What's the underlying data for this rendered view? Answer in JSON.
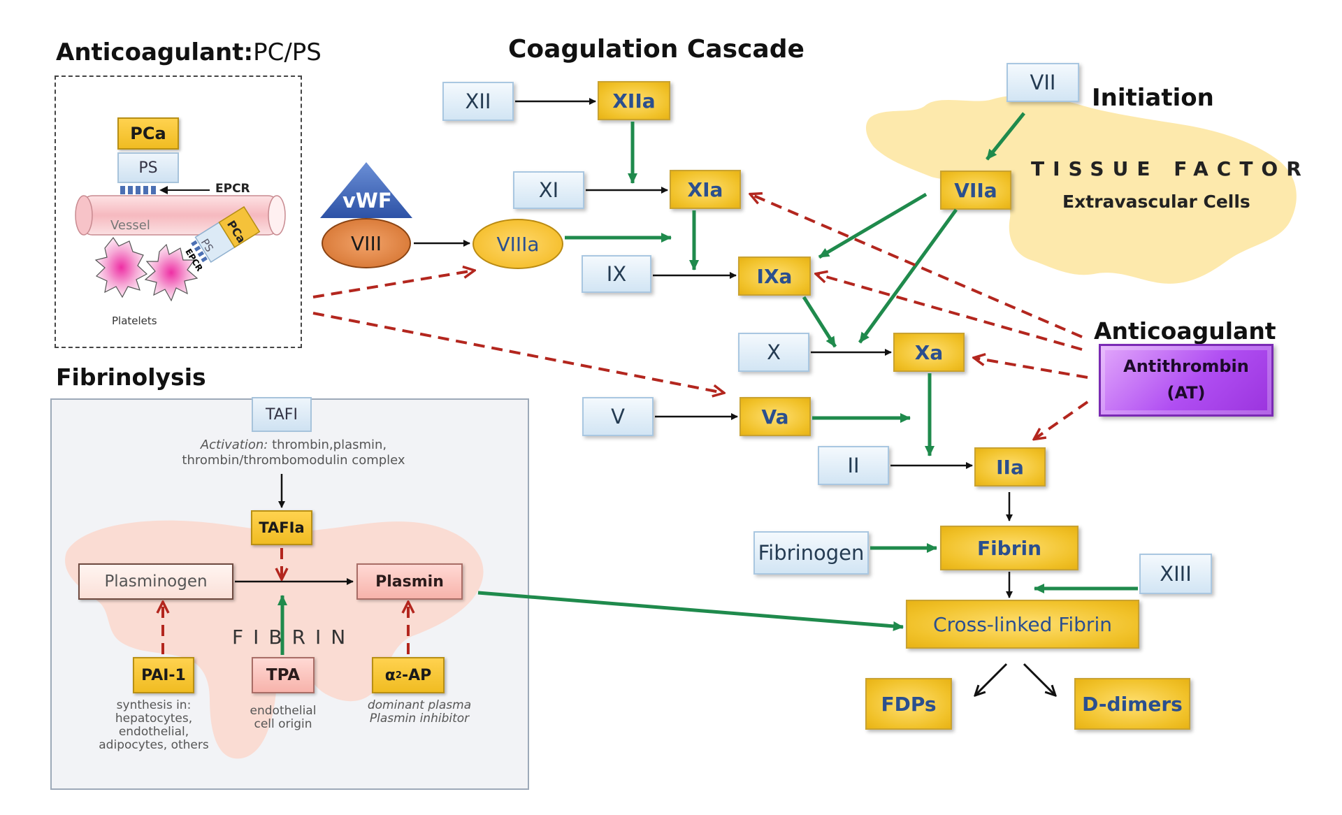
{
  "headings": {
    "pc_prefix": "Anticoagulant:",
    "pc_suffix": "PC/PS",
    "cascade": "Coagulation Cascade",
    "initiation": "Initiation",
    "fibrinolysis": "Fibrinolysis",
    "anticoagulant": "Anticoagulant"
  },
  "tissue_factor": {
    "title": "TISSUE FACTOR",
    "subtitle": "Extravascular Cells"
  },
  "pcps_panel": {
    "pca": "PCa",
    "ps": "PS",
    "epcr": "EPCR",
    "vessel": "Vessel",
    "platelets": "Platelets",
    "rot_pca": "PCa",
    "rot_ps": "PS",
    "rot_epcr": "EPCR"
  },
  "factors": {
    "xii": "XII",
    "xiia": "XIIa",
    "xi": "XI",
    "xia": "XIa",
    "ix": "IX",
    "ixa": "IXa",
    "x": "X",
    "xa": "Xa",
    "v": "V",
    "va": "Va",
    "ii": "II",
    "iia": "IIa",
    "vii": "VII",
    "viia": "VIIa",
    "vwf": "vWF",
    "viii": "VIII",
    "viiia": "VIIIa",
    "fibrinogen": "Fibrinogen",
    "fibrin": "Fibrin",
    "xiii": "XIII",
    "crosslinked": "Cross-linked Fibrin",
    "fdps": "FDPs",
    "ddimers": "D-dimers"
  },
  "antithrombin": {
    "line1": "Antithrombin",
    "line2": "(AT)"
  },
  "fibrinolysis": {
    "tafi": "TAFI",
    "activation_label": "Activation:",
    "activation_rest": " thrombin,plasmin,",
    "activation_line2": "thrombin/thrombomodulin complex",
    "tafia": "TAFIa",
    "plasminogen": "Plasminogen",
    "plasmin": "Plasmin",
    "fibrin_word": "FIBRIN",
    "pai1": "PAI-1",
    "tpa": "TPA",
    "a2ap_alpha": "α",
    "a2ap_sub": "2",
    "a2ap_rest": "-AP",
    "pai1_note": [
      "synthesis in:",
      "hepatocytes,",
      "endothelial,",
      "adipocytes, others"
    ],
    "tpa_note": [
      "endothelial",
      "cell origin"
    ],
    "a2ap_note": [
      "dominant plasma",
      "Plasmin inhibitor"
    ]
  },
  "colors": {
    "green_arrow": "#1f8a4c",
    "red_dashed": "#b3261e",
    "black_arrow": "#111111",
    "antithrombin": "#b04ef2",
    "vwf": "#3d62b8",
    "viii": "#d26b1f",
    "viiia": "#f3b81a"
  }
}
